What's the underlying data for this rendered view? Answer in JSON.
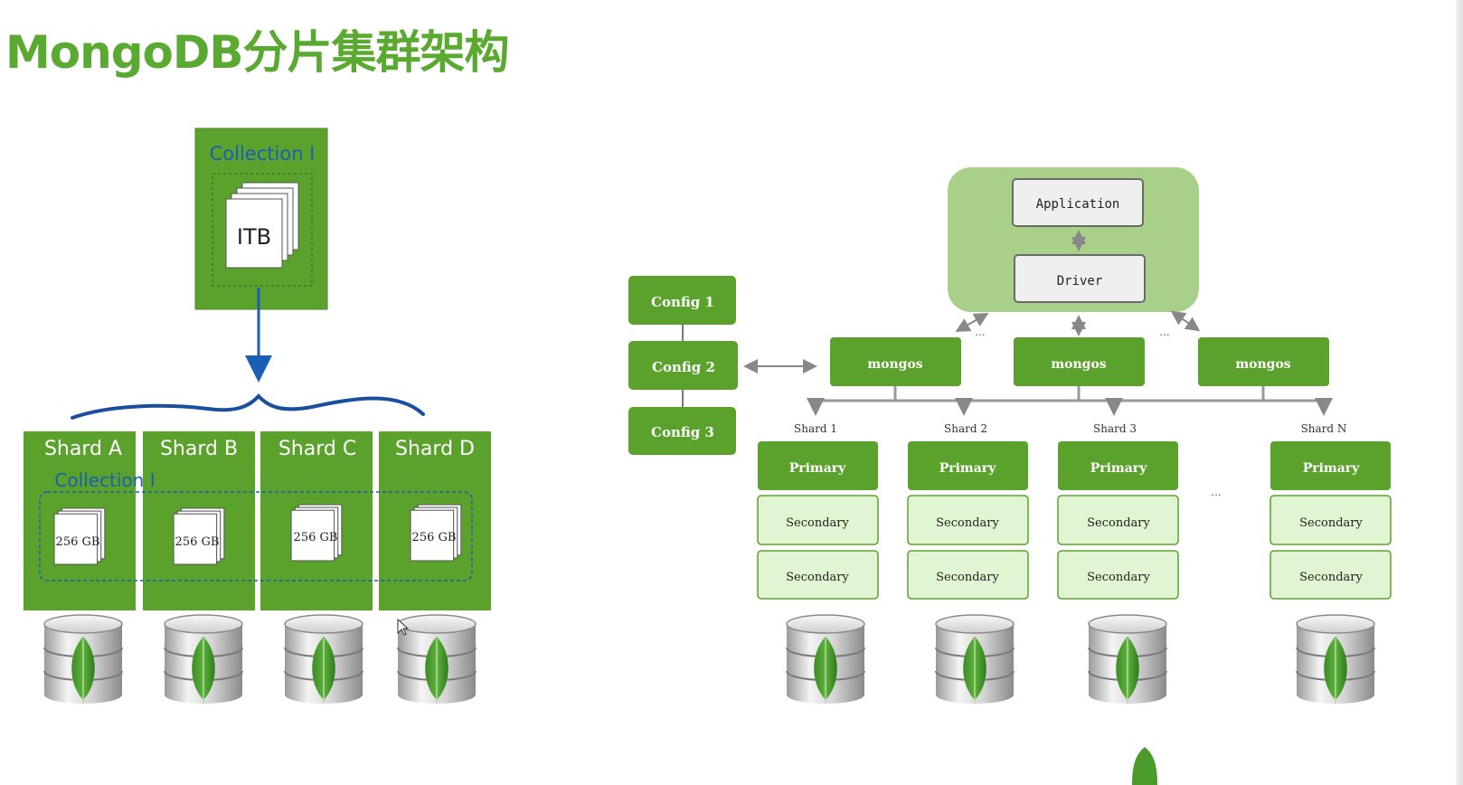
{
  "title": "MongoDB分片集群架构",
  "left": {
    "collection_label": "Collection I",
    "collection_size": "ITB",
    "shards": [
      {
        "name": "Shard A",
        "size": "256 GB"
      },
      {
        "name": "Shard B",
        "size": "256 GB"
      },
      {
        "name": "Shard C",
        "size": "256 GB"
      },
      {
        "name": "Shard D",
        "size": "256 GB"
      }
    ],
    "shard_collection_label": "Collection I"
  },
  "right": {
    "application": "Application",
    "driver": "Driver",
    "configs": [
      "Config 1",
      "Config 2",
      "Config 3"
    ],
    "mongos": [
      "mongos",
      "mongos",
      "mongos"
    ],
    "ellipsis": "...",
    "shards": [
      {
        "label": "Shard 1",
        "primary": "Primary",
        "secondaries": [
          "Secondary",
          "Secondary"
        ]
      },
      {
        "label": "Shard 2",
        "primary": "Primary",
        "secondaries": [
          "Secondary",
          "Secondary"
        ]
      },
      {
        "label": "Shard 3",
        "primary": "Primary",
        "secondaries": [
          "Secondary",
          "Secondary"
        ]
      },
      {
        "label": "Shard N",
        "primary": "Primary",
        "secondaries": [
          "Secondary",
          "Secondary"
        ]
      }
    ]
  },
  "colors": {
    "green": "#5aa22c",
    "dark_green": "#4a8a2a",
    "light_green_box": "#a8d088",
    "secondary_fill": "#e2f5d2",
    "blue": "#1a5fb4"
  }
}
